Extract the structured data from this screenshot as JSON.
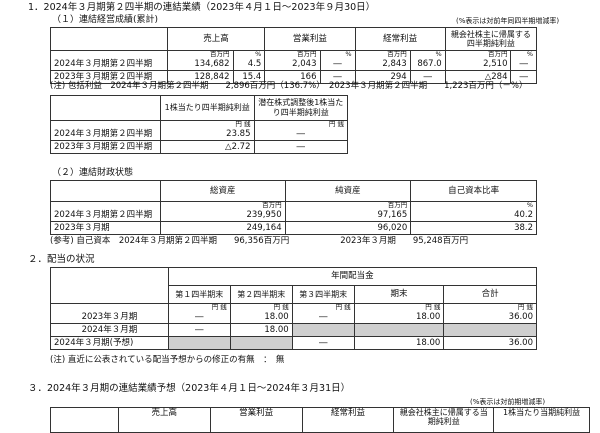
{
  "section1": {
    "title": "1．2024年３月期第２四半期の連結業績（2023年４月１日～2023年９月30日）",
    "sub": "（１）連結経営成績(累計)",
    "note_right": "(%表示は対前年同四半期増減率)",
    "headers": [
      "売上高",
      "営業利益",
      "経常利益",
      "親会社株主に帰属する四半期純利益"
    ],
    "units": [
      "百万円",
      "%",
      "百万円",
      "%",
      "百万円",
      "%",
      "百万円",
      "%"
    ],
    "rows": [
      {
        "label": "2024年３月期第２四半期",
        "v": [
          "134,682",
          "4.5",
          "2,043",
          "―",
          "2,843",
          "867.0",
          "2,510",
          "―"
        ]
      },
      {
        "label": "2023年３月期第２四半期",
        "v": [
          "128,842",
          "15.4",
          "166",
          "―",
          "294",
          "―",
          "△284",
          "―"
        ]
      }
    ],
    "footnote": "(注) 包括利益　2024年３月期第２四半期　　2,896百万円（136.7%）　2023年３月期第２四半期　　1,223百万円（－%）"
  },
  "eps": {
    "headers": [
      "1株当たり四半期純利益",
      "潜在株式調整後1株当たり四半期純利益"
    ],
    "units": [
      "円 銭",
      "円 銭"
    ],
    "rows": [
      {
        "label": "2024年３月期第２四半期",
        "v": [
          "23.85",
          "―"
        ]
      },
      {
        "label": "2023年３月期第２四半期",
        "v": [
          "△2.72",
          "―"
        ]
      }
    ]
  },
  "section2": {
    "sub": "（２）連結財政状態",
    "headers": [
      "総資産",
      "純資産",
      "自己資本比率"
    ],
    "units": [
      "百万円",
      "百万円",
      "%"
    ],
    "rows": [
      {
        "label": "2024年３月期第２四半期",
        "v": [
          "239,950",
          "97,165",
          "40.2"
        ]
      },
      {
        "label": "2023年３月期",
        "v": [
          "249,164",
          "96,020",
          "38.2"
        ]
      }
    ],
    "footnote": "(参考) 自己資本　2024年３月期第２四半期　　96,356百万円　　　　　　2023年３月期　　95,248百万円"
  },
  "dividend": {
    "title": "２．配当の状況",
    "group_header": "年間配当金",
    "headers": [
      "第１四半期末",
      "第２四半期末",
      "第３四半期末",
      "期末",
      "合計"
    ],
    "unit": "円 銭",
    "rows": [
      {
        "label": "2023年３月期",
        "v": [
          "―",
          "18.00",
          "―",
          "18.00",
          "36.00"
        ]
      },
      {
        "label": "2024年３月期",
        "v": [
          "―",
          "18.00",
          "",
          "",
          ""
        ]
      },
      {
        "label": "2024年３月期(予想)",
        "v": [
          "",
          "",
          "―",
          "18.00",
          "36.00"
        ]
      }
    ],
    "footnote": "(注) 直近に公表されている配当予想からの修正の有無　：　無"
  },
  "forecast": {
    "title": "３．2024年３月期の連結業績予想（2023年４月１日～2024年３月31日）",
    "note_right": "(%表示は対前期増減率)",
    "headers": [
      "売上高",
      "営業利益",
      "経常利益",
      "親会社株主に帰属する当期純利益",
      "1株当たり当期純利益"
    ]
  }
}
